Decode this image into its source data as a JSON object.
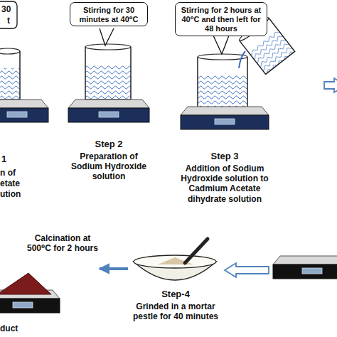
{
  "diagram": {
    "nodes": [
      {
        "text": [
          "Stirring for 30 minutes at 40⁰C"
        ]
      },
      {
        "text": [
          "Step 2",
          "Preparation of Sodium Hydroxide solution"
        ]
      },
      {
        "text": [
          "Stirring for 2 hours at 40⁰C and then left for 48 hours"
        ]
      },
      {
        "text": [
          "Step 3",
          "Addition of Sodium Hydroxide solution to Cadmium Acetate dihydrate solution"
        ]
      },
      {
        "text": [
          "Calcination at 500⁰C for 2 hours"
        ]
      },
      {
        "text": [
          "Step-4",
          "Grinded in a mortar pestle for 40 minutes"
        ]
      }
    ],
    "edges": [
      {
        "from": 5,
        "to": 4,
        "arrow": "to"
      }
    ],
    "labels": [
      "30",
      "t",
      "1",
      "n of",
      "etate",
      "ution",
      "duct"
    ]
  }
}
